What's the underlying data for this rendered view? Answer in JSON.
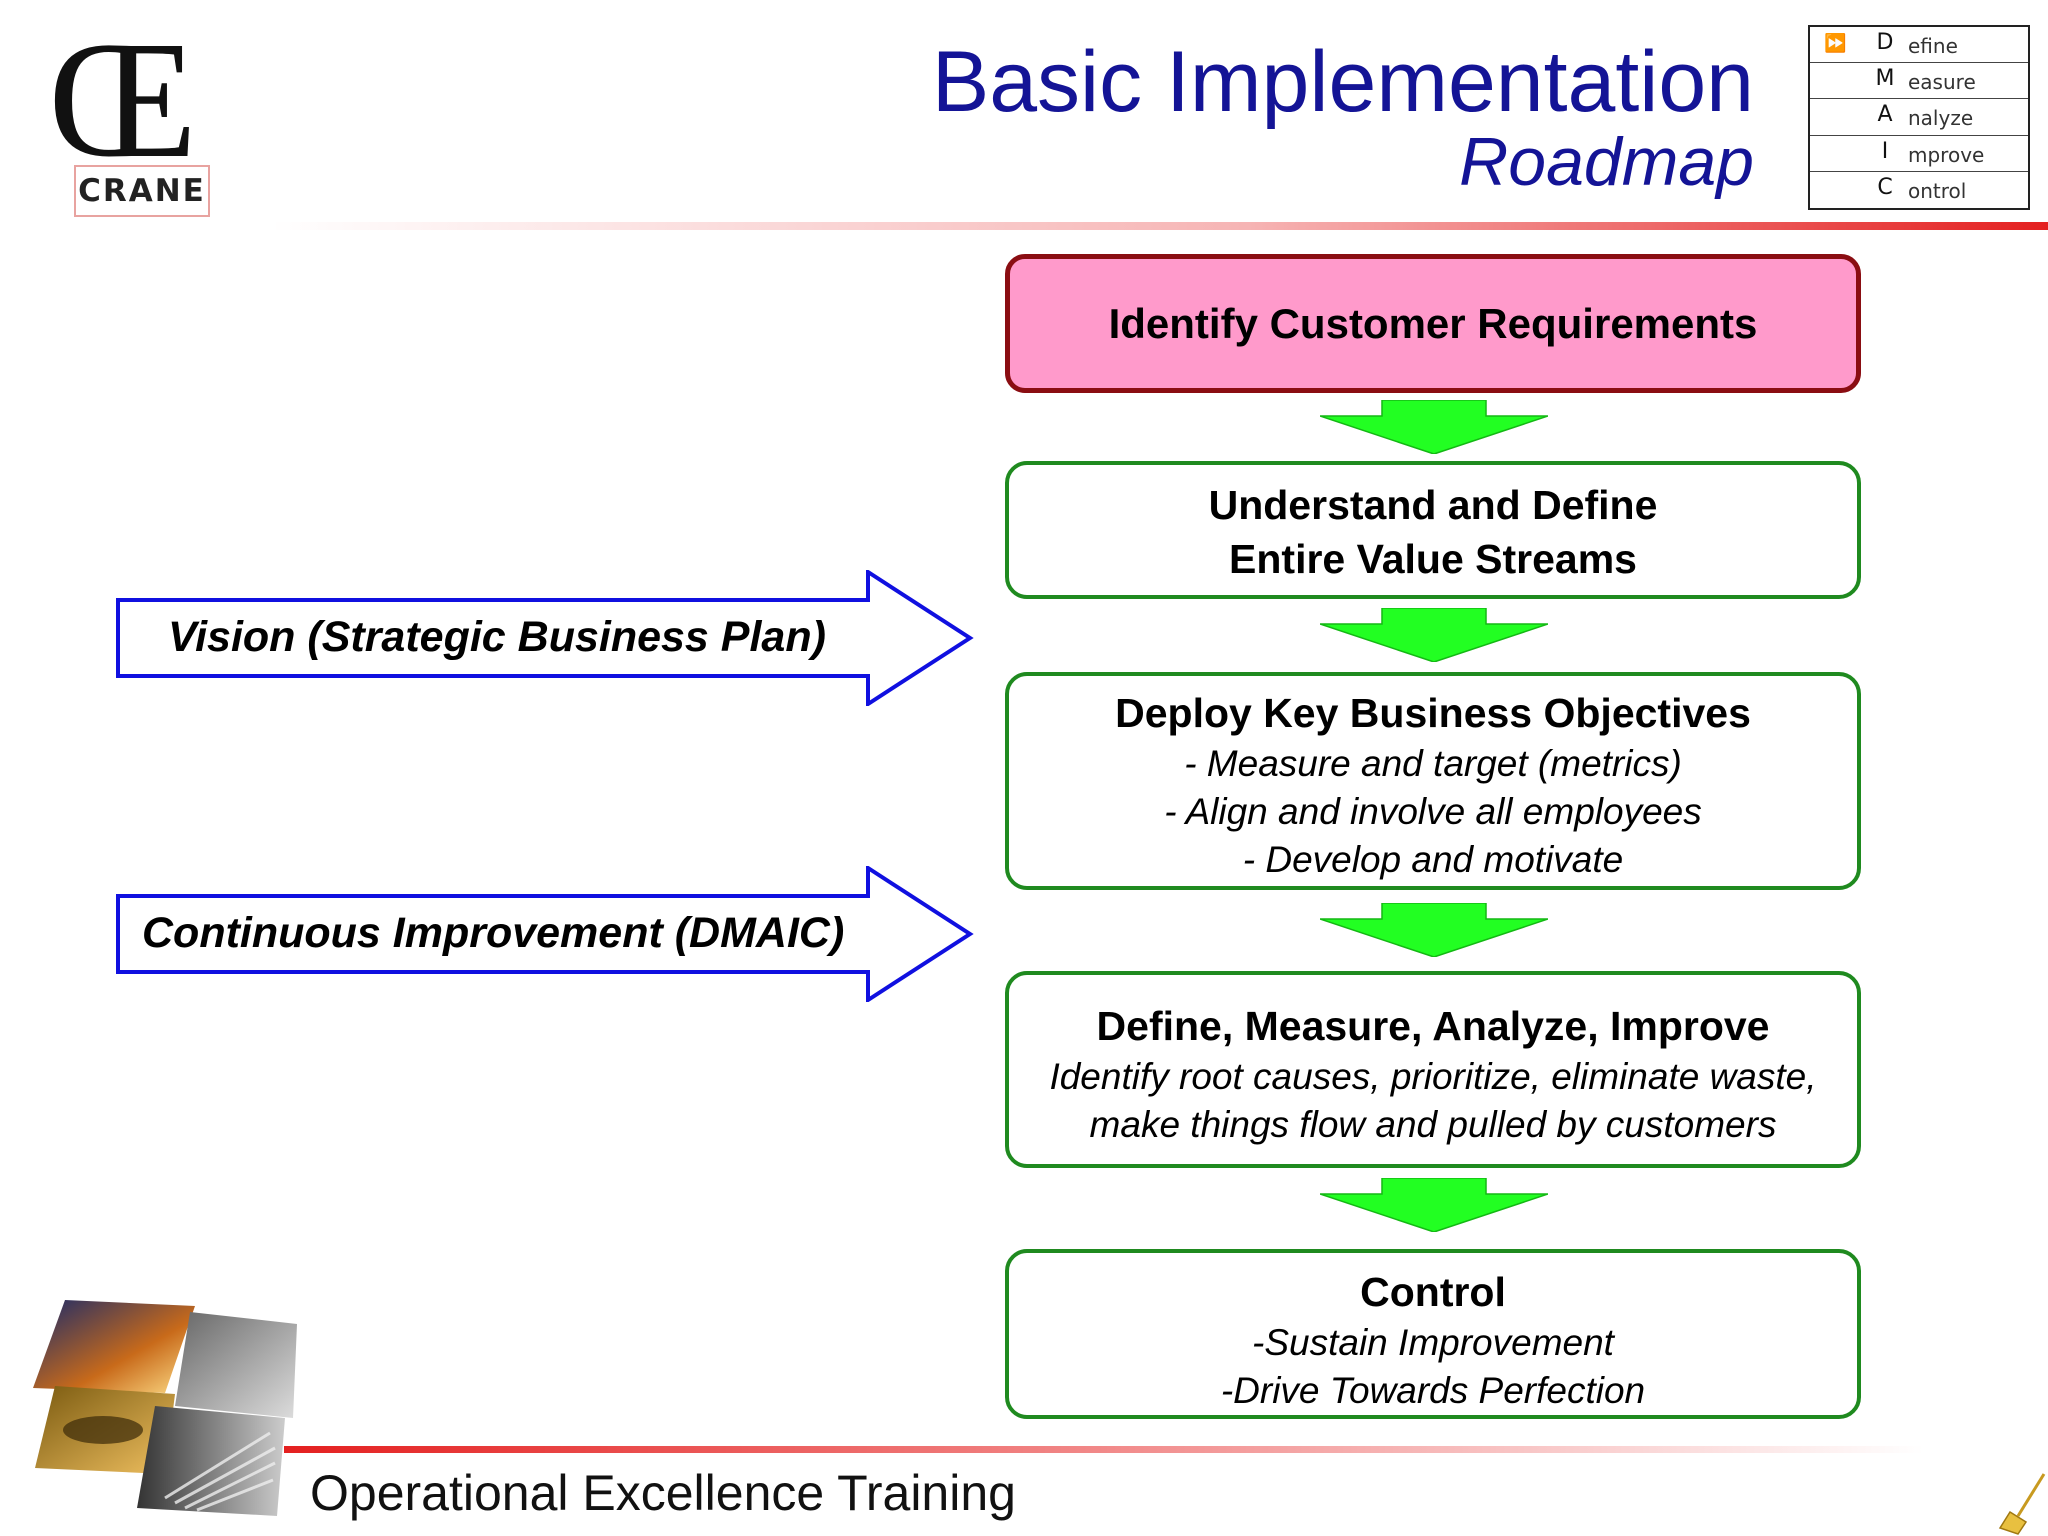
{
  "logo": {
    "glyph": "Œ",
    "name": "CRANE"
  },
  "title": {
    "main": "Basic Implementation",
    "sub": "Roadmap"
  },
  "dmaic_box": {
    "rows": [
      {
        "letter": "D",
        "rest": "efine",
        "active": true
      },
      {
        "letter": "M",
        "rest": "easure",
        "active": false
      },
      {
        "letter": "A",
        "rest": "nalyze",
        "active": false
      },
      {
        "letter": "I",
        "rest": "mprove",
        "active": false
      },
      {
        "letter": "C",
        "rest": "ontrol",
        "active": false
      }
    ],
    "marker": "⏩"
  },
  "flow": {
    "step1": {
      "head": "Identify Customer Requirements"
    },
    "step2": {
      "head_line1": "Understand and Define",
      "head_line2": "Entire Value Streams"
    },
    "step3": {
      "head": "Deploy Key Business Objectives",
      "lines": [
        "- Measure and target (metrics)",
        "- Align and involve all employees",
        "- Develop and motivate"
      ]
    },
    "step4": {
      "head": "Define, Measure, Analyze, Improve",
      "lines": [
        "Identify root causes, prioritize, eliminate waste,",
        "make things flow and pulled by customers"
      ]
    },
    "step5": {
      "head": "Control",
      "lines": [
        "-Sustain Improvement",
        "-Drive Towards Perfection"
      ]
    }
  },
  "side_inputs": {
    "vision": "Vision (Strategic Business Plan)",
    "ci": "Continuous Improvement (DMAIC)"
  },
  "colors": {
    "title": "#141496",
    "req_fill": "#ff9acb",
    "req_border": "#8a0d12",
    "box_border": "#1f8a1f",
    "down_arrow": "#22ff22",
    "side_arrow": "#1010e0",
    "separator": "#e42020"
  },
  "footer": {
    "text": "Operational Excellence Training"
  }
}
